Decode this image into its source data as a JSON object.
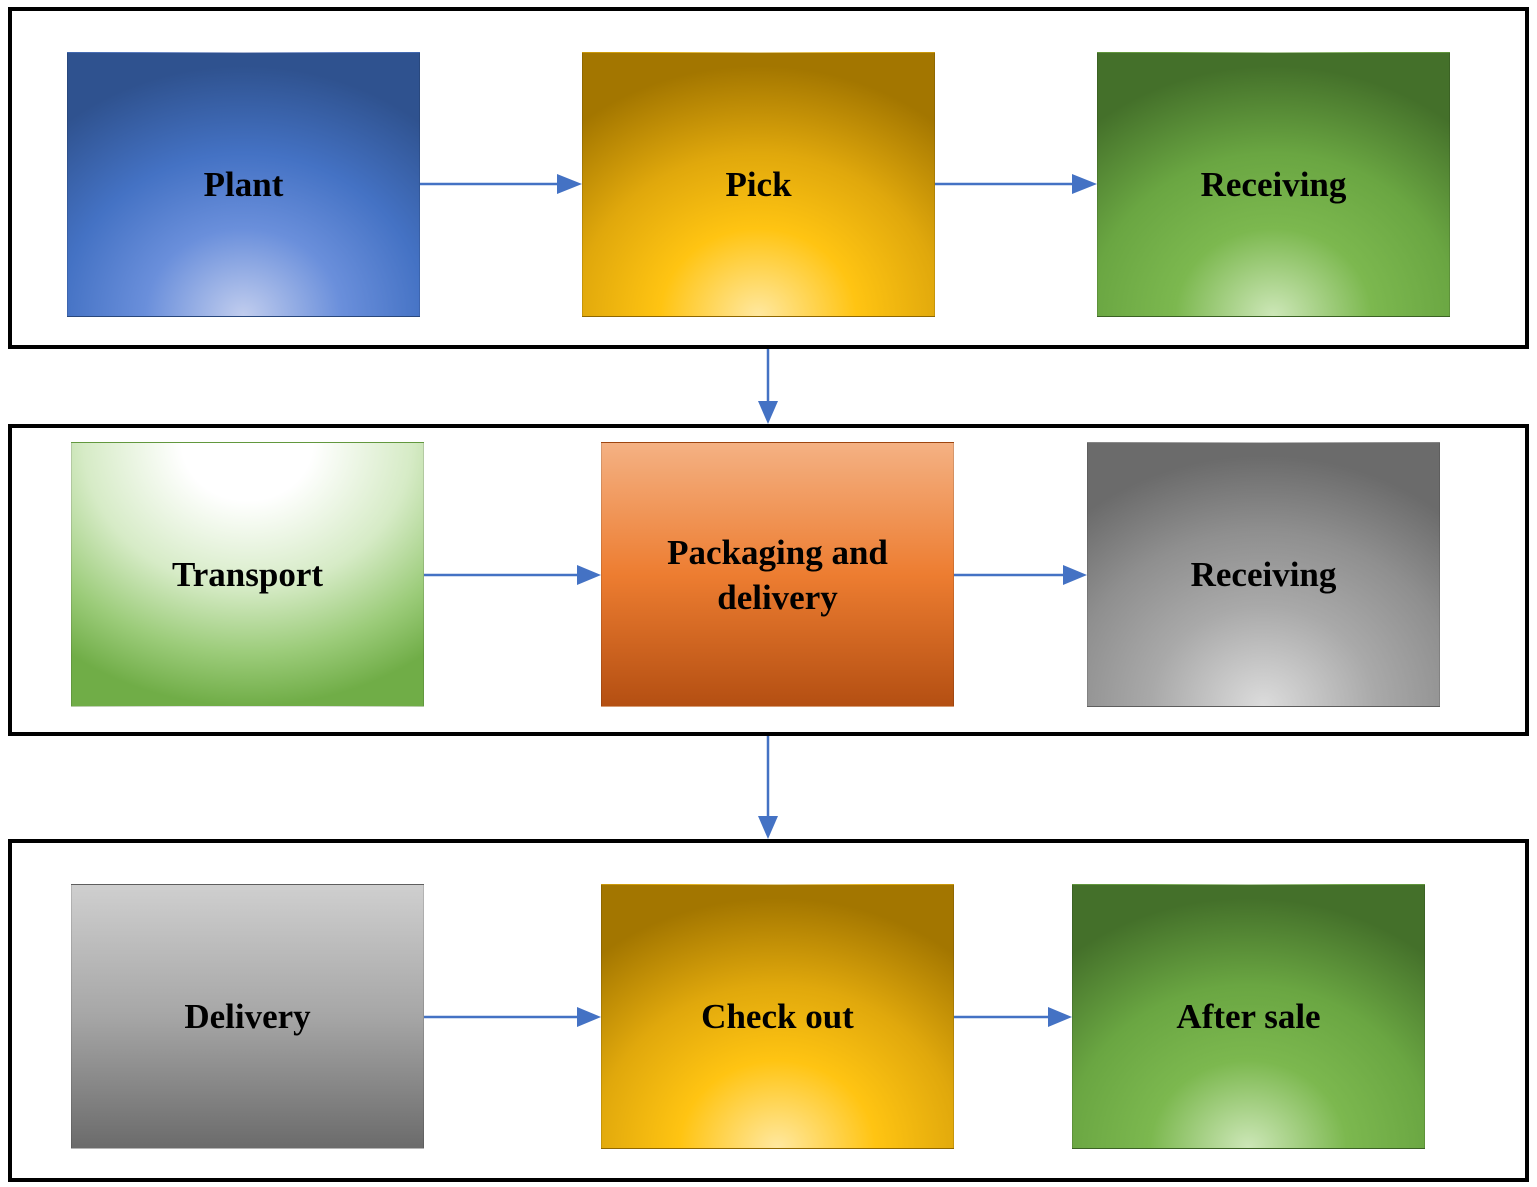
{
  "stages": [
    {
      "nodes": [
        {
          "label": "Plant",
          "fill": "blue"
        },
        {
          "label": "Pick",
          "fill": "gold"
        },
        {
          "label": "Receiving",
          "fill": "green"
        }
      ]
    },
    {
      "nodes": [
        {
          "label": "Transport",
          "fill": "green-light"
        },
        {
          "label": "Packaging and delivery",
          "fill": "orange"
        },
        {
          "label": "Receiving",
          "fill": "gray-radial"
        }
      ]
    },
    {
      "nodes": [
        {
          "label": "Delivery",
          "fill": "gray-linear"
        },
        {
          "label": "Check out",
          "fill": "gold"
        },
        {
          "label": "After sale",
          "fill": "green"
        }
      ]
    }
  ],
  "colors": {
    "arrow": "#4472c4",
    "stage_border": "#000000"
  }
}
